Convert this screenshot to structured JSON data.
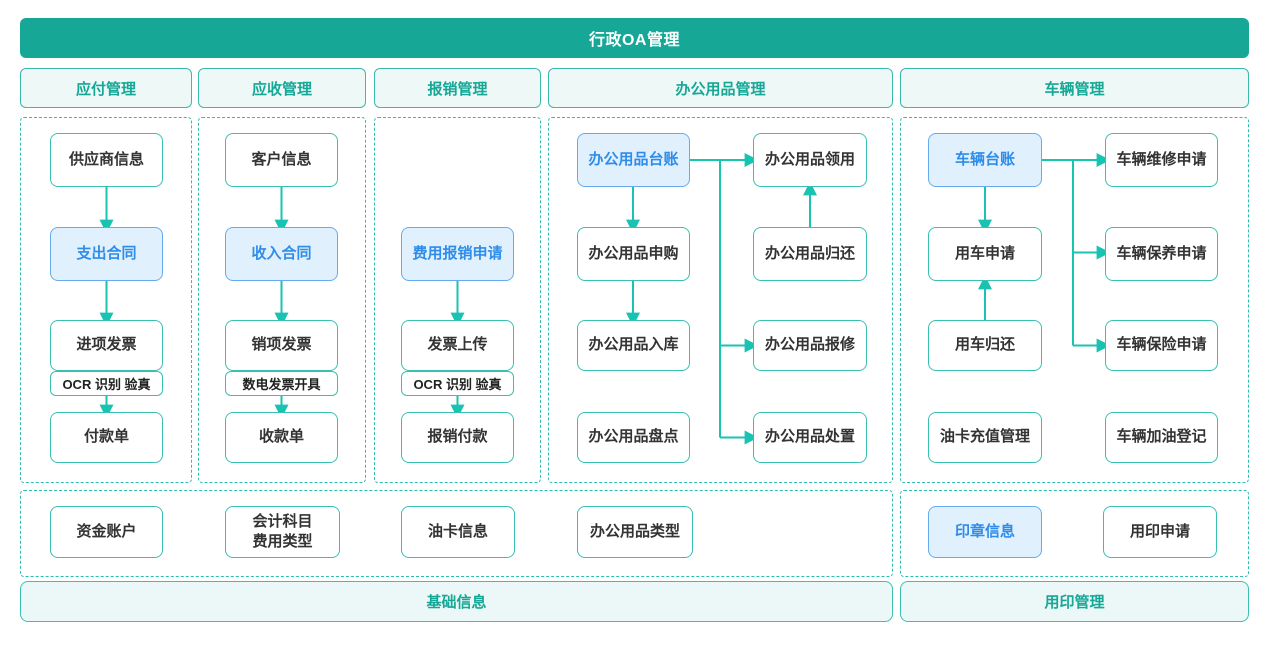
{
  "banner": {
    "title": "行政OA管理"
  },
  "headers": {
    "payable": "应付管理",
    "receivable": "应收管理",
    "reimburse": "报销管理",
    "supplies": "办公用品管理",
    "vehicle": "车辆管理"
  },
  "payable": {
    "supplier_info": "供应商信息",
    "expense_contract": "支出合同",
    "input_invoice": "进项发票",
    "invoice_tag": "OCR 识别 验真",
    "payment_order": "付款单"
  },
  "receivable": {
    "customer_info": "客户信息",
    "income_contract": "收入合同",
    "output_invoice": "销项发票",
    "invoice_tag": "数电发票开具",
    "receipt_order": "收款单"
  },
  "reimburse": {
    "apply": "费用报销申请",
    "invoice_upload": "发票上传",
    "invoice_tag": "OCR 识别 验真",
    "payment": "报销付款"
  },
  "supplies": {
    "ledger": "办公用品台账",
    "purchase": "办公用品申购",
    "inbound": "办公用品入库",
    "stocktake": "办公用品盘点",
    "claim": "办公用品领用",
    "return": "办公用品归还",
    "repair": "办公用品报修",
    "disposal": "办公用品处置"
  },
  "vehicle": {
    "ledger": "车辆台账",
    "use_apply": "用车申请",
    "use_return": "用车归还",
    "fuel_recharge": "油卡充值管理",
    "repair_apply": "车辆维修申请",
    "maintain_apply": "车辆保养申请",
    "insurance_apply": "车辆保险申请",
    "refuel_register": "车辆加油登记"
  },
  "base_info": {
    "fund_account": "资金账户",
    "accounting_subject": "会计科目",
    "expense_type": "费用类型",
    "fuel_card_info": "油卡信息",
    "supplies_type": "办公用品类型",
    "bar_label": "基础信息"
  },
  "seal": {
    "info": "印章信息",
    "apply": "用印申请",
    "bar_label": "用印管理"
  },
  "colors": {
    "banner_teal": "#16a796",
    "teal_border": "#38c0b3",
    "dashed_border": "#2ebdb0",
    "light_mint_fill": "#edf8f7",
    "node_text": "#333333",
    "blue_fill": "#e1f0fd",
    "blue_border": "#66abf0",
    "blue_text": "#2f8de9",
    "arrow": "#19c3b2"
  }
}
